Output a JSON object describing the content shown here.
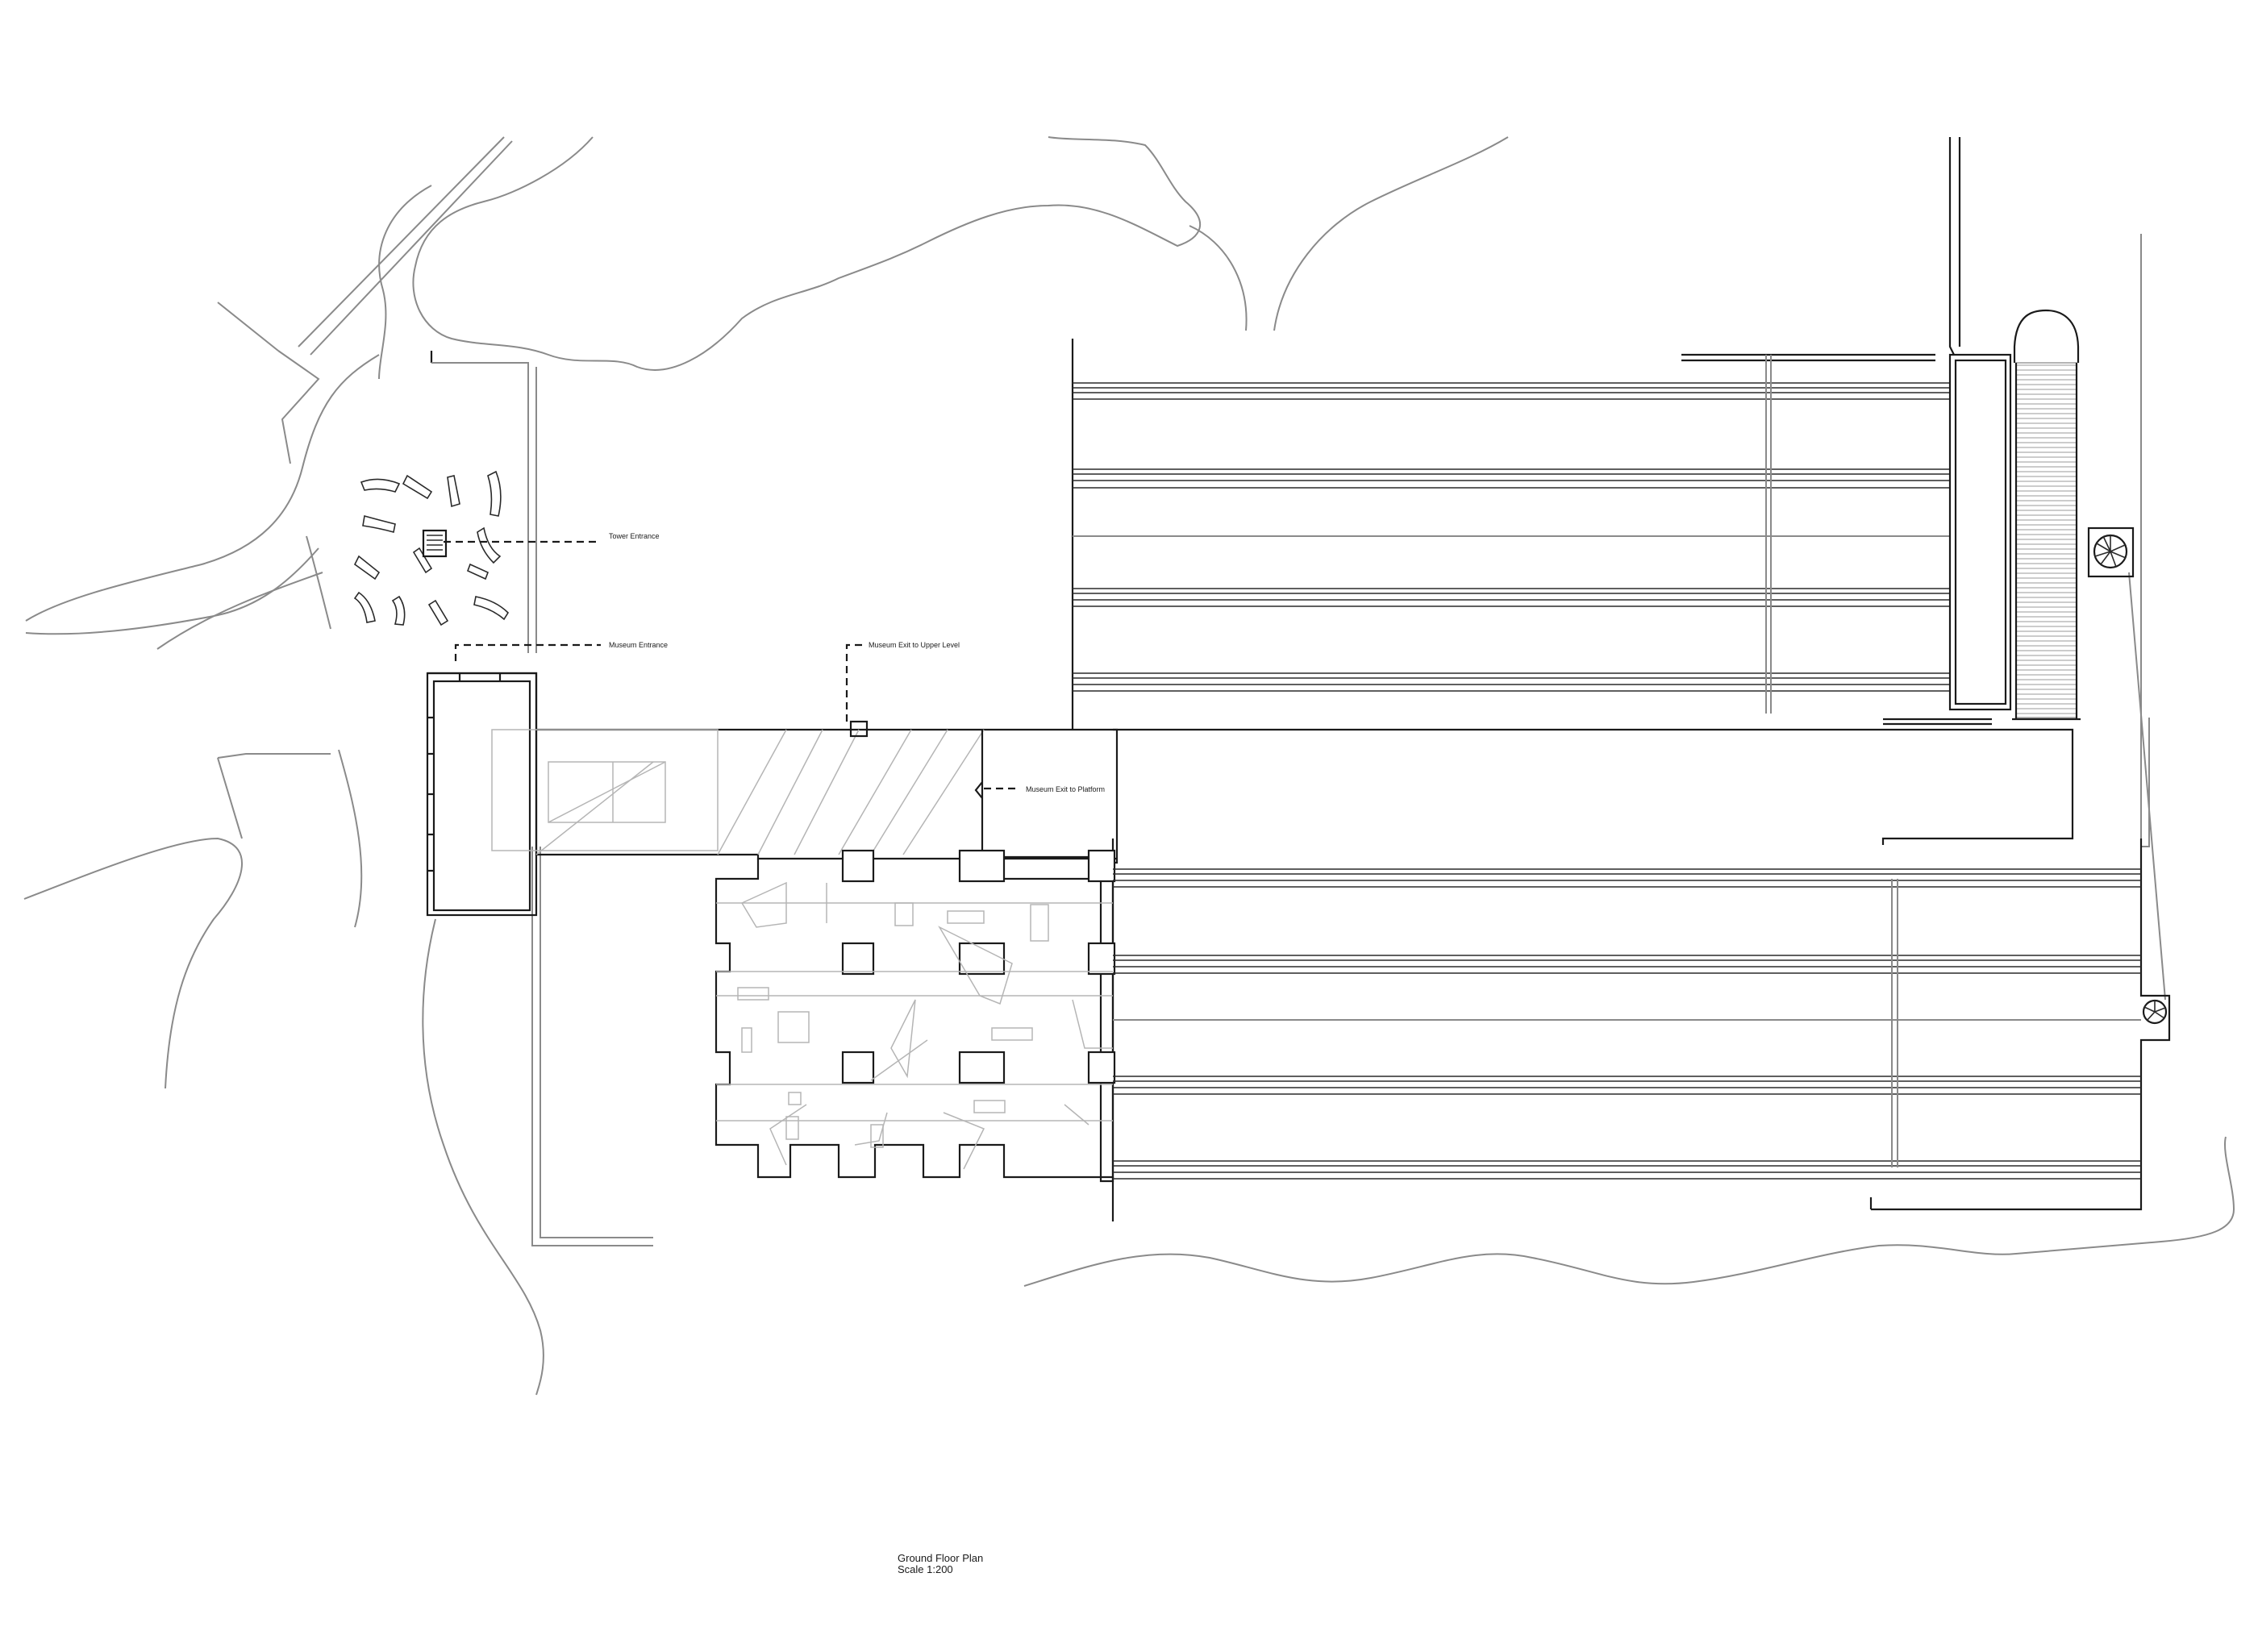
{
  "annotations": {
    "tower_entrance": "Tower Entrance",
    "museum_entrance": "Museum Entrance",
    "museum_exit_upper": "Museum Exit to Upper Level",
    "museum_exit_platform": "Museum Exit to Platform"
  },
  "title_block": {
    "title": "Ground Floor Plan",
    "scale": "Scale 1:200"
  },
  "icons": [
    "spiral-stair-icon",
    "spiral-stair-icon",
    "stair-icon"
  ],
  "colors": {
    "ink": "#1a1a1a",
    "contour": "#8a8a8a",
    "hatch": "#9a9a9a"
  }
}
